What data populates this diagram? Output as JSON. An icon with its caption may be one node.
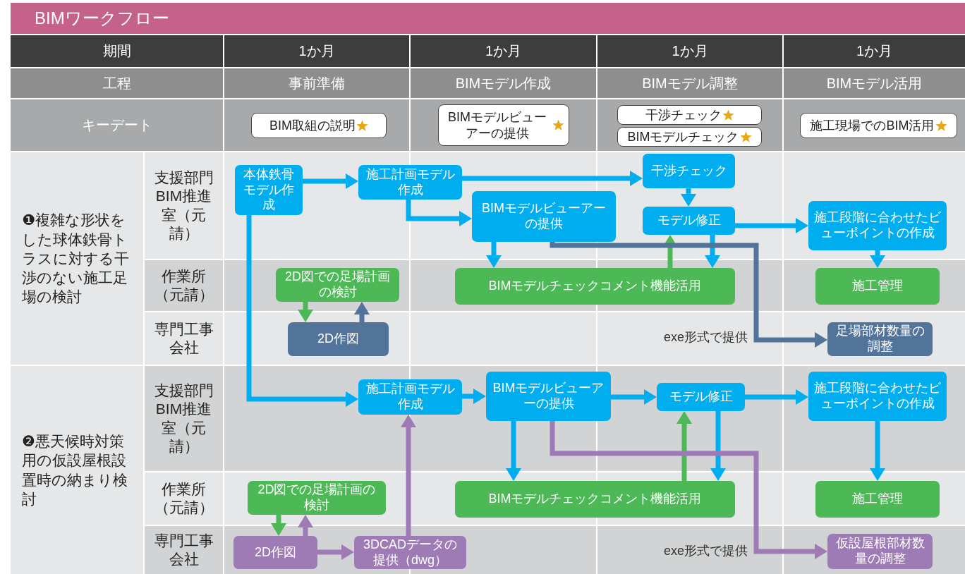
{
  "diagram": {
    "title": "BIMワークフロー",
    "nodes": [
      {
        "text": [
          "BIM取組の説明"
        ]
      },
      {
        "text": [
          "BIMモデルビューアーの提供"
        ]
      },
      {
        "text": [
          "干渉チェック"
        ]
      },
      {
        "text": [
          "BIMモデルチェック"
        ]
      },
      {
        "text": [
          "施工現場でのBIM活用"
        ]
      },
      {
        "text": [
          "本体鉄骨モデル作成"
        ]
      },
      {
        "text": [
          "施工計画モデル作成"
        ]
      },
      {
        "text": [
          "BIMモデルビューアーの提供"
        ]
      },
      {
        "text": [
          "干渉チェック"
        ]
      },
      {
        "text": [
          "モデル修正"
        ]
      },
      {
        "text": [
          "施工段階に合わせたビューポイントの作成"
        ]
      },
      {
        "text": [
          "2D図での足場計画の検討"
        ]
      },
      {
        "text": [
          "BIMモデルチェックコメント機能活用"
        ]
      },
      {
        "text": [
          "施工管理"
        ]
      },
      {
        "text": [
          "2D作図"
        ]
      },
      {
        "text": [
          "足場部材数量の調整"
        ]
      },
      {
        "text": [
          "施工計画モデル作成"
        ]
      },
      {
        "text": [
          "BIMモデルビューアーの提供"
        ]
      },
      {
        "text": [
          "モデル修正"
        ]
      },
      {
        "text": [
          "施工段階に合わせたビューポイントの作成"
        ]
      },
      {
        "text": [
          "2D図での足場計画の検討"
        ]
      },
      {
        "text": [
          "BIMモデルチェックコメント機能活用"
        ]
      },
      {
        "text": [
          "施工管理"
        ]
      },
      {
        "text": [
          "2D作図"
        ]
      },
      {
        "text": [
          "3DCADデータの提供（dwg）"
        ]
      },
      {
        "text": [
          "仮設屋根部材数量の調整"
        ]
      }
    ],
    "edges": [
      {
        "from": 5,
        "to": 6,
        "arrow": "to"
      },
      {
        "from": 6,
        "to": 8,
        "arrow": "to"
      },
      {
        "from": 6,
        "to": 7,
        "arrow": "to"
      },
      {
        "from": 8,
        "to": 9,
        "arrow": "to"
      },
      {
        "from": 7,
        "to": 12,
        "arrow": "to"
      },
      {
        "from": 9,
        "to": 12,
        "arrow": "to"
      },
      {
        "from": 12,
        "to": 9,
        "arrow": "to",
        "color": "#4cb856"
      },
      {
        "from": 9,
        "to": 10,
        "arrow": "to"
      },
      {
        "from": 10,
        "to": 13,
        "arrow": "to"
      },
      {
        "from": 11,
        "to": 14,
        "arrow": "to",
        "color": "#4cb856"
      },
      {
        "from": 14,
        "to": 11,
        "arrow": "to",
        "color": "#52739a"
      },
      {
        "from": 7,
        "to": 15,
        "arrow": "to",
        "color": "#52739a",
        "label": "exe形式で提供"
      },
      {
        "from": 5,
        "to": 16,
        "arrow": "to"
      },
      {
        "from": 16,
        "to": 17,
        "arrow": "to"
      },
      {
        "from": 24,
        "to": 16,
        "arrow": "to",
        "color": "#9e7bb5"
      },
      {
        "from": 17,
        "to": 21,
        "arrow": "to"
      },
      {
        "from": 17,
        "to": 18,
        "arrow": "to"
      },
      {
        "from": 21,
        "to": 18,
        "arrow": "to",
        "color": "#4cb856"
      },
      {
        "from": 18,
        "to": 21,
        "arrow": "to"
      },
      {
        "from": 18,
        "to": 19,
        "arrow": "to"
      },
      {
        "from": 19,
        "to": 22,
        "arrow": "to"
      },
      {
        "from": 20,
        "to": 23,
        "arrow": "to",
        "color": "#4cb856"
      },
      {
        "from": 23,
        "to": 20,
        "arrow": "to",
        "color": "#9e7bb5"
      },
      {
        "from": 23,
        "to": 24,
        "arrow": "to",
        "color": "#9e7bb5"
      },
      {
        "from": 17,
        "to": 25,
        "arrow": "to",
        "color": "#9e7bb5",
        "label": "exe形式で提供"
      }
    ],
    "labels": [
      "期間",
      "1か月",
      "1か月",
      "1か月",
      "1か月",
      "工程",
      "事前準備",
      "BIMモデル作成",
      "BIMモデル調整",
      "BIMモデル活用",
      "キーデート",
      "❶複雑な形状をした球体鉄骨トラスに対する干渉のない施工足場の検討",
      "支援部門BIM推進室（元請）",
      "作業所（元請）",
      "専門工事会社",
      "❷悪天候時対策用の仮設屋根設置時の納まり検討",
      "支援部門BIM推進室（元請）",
      "作業所（元請）",
      "専門工事会社"
    ]
  }
}
